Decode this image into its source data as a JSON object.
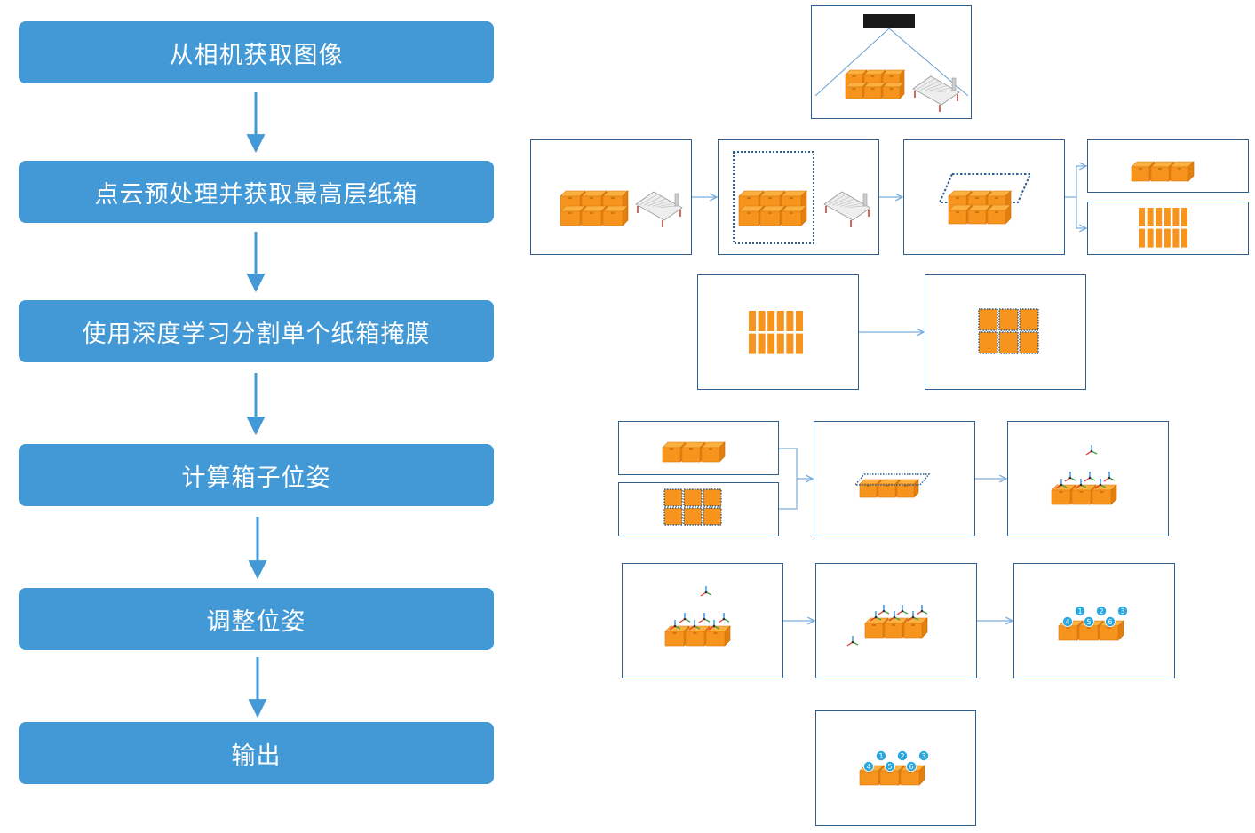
{
  "steps": [
    "从相机获取图像",
    "点云预处理并获取最高层纸箱",
    "使用深度学习分割单个纸箱掩膜",
    "计算箱子位姿",
    "调整位姿",
    "输出"
  ],
  "pick_order_labels": [
    "1",
    "2",
    "3",
    "4",
    "5",
    "6"
  ],
  "colors": {
    "step_fill": "#4399d6",
    "step_text": "#ffffff",
    "frame_border": "#2f5f8f",
    "connector": "#7aaedc",
    "box_orange": "#f7941d",
    "mask_dots": "#2f5f8f",
    "order_badge": "#29a8e0"
  },
  "icons": [
    "camera-icon",
    "carton-stack-icon",
    "conveyor-icon",
    "pose-axes-icon",
    "order-badge-icon"
  ]
}
